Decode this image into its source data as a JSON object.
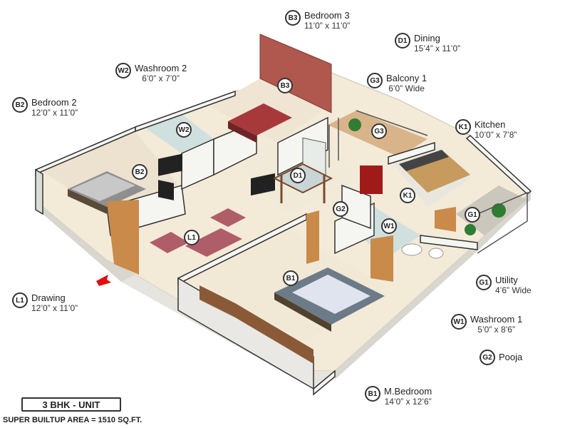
{
  "rooms": [
    {
      "code": "B3",
      "name": "Bedroom 3",
      "size": "11’0” x 11’0”"
    },
    {
      "code": "D1",
      "name": "Dining",
      "size": "15’4” x 11’0”"
    },
    {
      "code": "W2",
      "name": "Washroom 2",
      "size": "6’0” x 7’0”"
    },
    {
      "code": "G3",
      "name": "Balcony 1",
      "size": "6’0” Wide"
    },
    {
      "code": "B2",
      "name": "Bedroom 2",
      "size": "12’0” x 11’0”"
    },
    {
      "code": "K1",
      "name": "Kitchen",
      "size": "10’0” x 7’8”"
    },
    {
      "code": "G1",
      "name": "Utility",
      "size": "4’6” Wide"
    },
    {
      "code": "L1",
      "name": "Drawing",
      "size": "12’0” x 11’0”"
    },
    {
      "code": "W1",
      "name": "Washroom 1",
      "size": "5’0” x 8’6”"
    },
    {
      "code": "G2",
      "name": "Pooja",
      "size": ""
    },
    {
      "code": "B1",
      "name": "M.Bedroom",
      "size": "14’0” x 12’6”"
    }
  ],
  "unit_label": "3 BHK - UNIT",
  "area_label": "SUPER BUILTUP AREA = 1510 SQ.FT.",
  "colors": {
    "floor": "#f3ead8",
    "wall": "#f5f5f2",
    "wall_side": "#dcdcd6",
    "accent_wall": "#b0584e",
    "wood": "#9c6440",
    "entry_arrow": "#e01010"
  }
}
